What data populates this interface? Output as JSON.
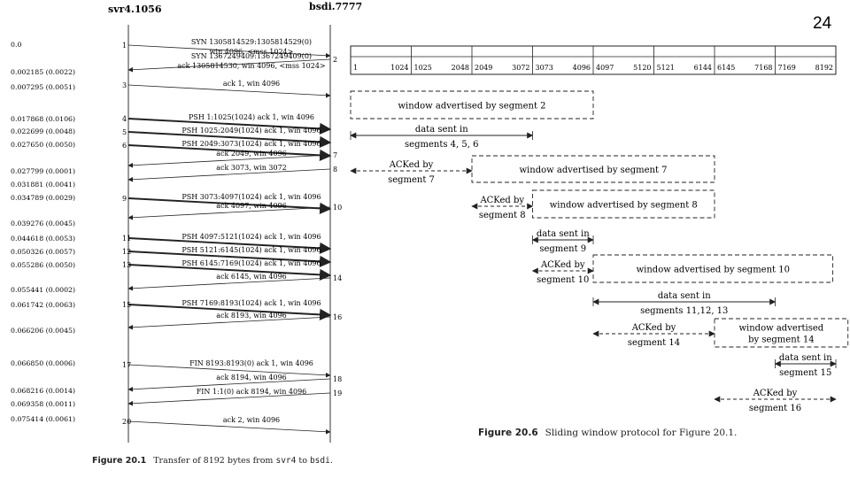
{
  "slide_number": "24",
  "timeline": {
    "left_host": "svr4.1056",
    "right_host": "bsdi.7777",
    "times": [
      "0.0",
      "0.002185 (0.0022)",
      "0.007295 (0.0051)",
      "0.017868 (0.0106)",
      "0.022699 (0.0048)",
      "0.027650 (0.0050)",
      "0.027799 (0.0001)",
      "0.031881 (0.0041)",
      "0.034789 (0.0029)",
      "0.039276 (0.0045)",
      "0.044618 (0.0053)",
      "0.050326 (0.0057)",
      "0.055286 (0.0050)",
      "0.055441 (0.0002)",
      "0.061742 (0.0063)",
      "0.066206 (0.0045)",
      "0.066850 (0.0006)",
      "0.068216 (0.0014)",
      "0.069358 (0.0011)",
      "0.075414 (0.0061)"
    ],
    "segments": [
      {
        "num": "1",
        "dir": "right",
        "bold": false,
        "lines": [
          "SYN 1305814529:1305814529(0)",
          "win 4096, <mss 1024>"
        ]
      },
      {
        "num": "2",
        "dir": "left",
        "bold": false,
        "lines": [
          "SYN 1367249409:1367249409(0)",
          "ack 1305814530, win 4096, <mss 1024>"
        ]
      },
      {
        "num": "3",
        "dir": "right",
        "bold": false,
        "lines": [
          "ack 1, win 4096"
        ]
      },
      {
        "num": "4",
        "dir": "right",
        "bold": true,
        "lines": [
          "PSH 1:1025(1024) ack 1, win 4096"
        ]
      },
      {
        "num": "5",
        "dir": "right",
        "bold": true,
        "lines": [
          "PSH 1025:2049(1024) ack 1, win 4096"
        ]
      },
      {
        "num": "6",
        "dir": "right",
        "bold": true,
        "lines": [
          "PSH 2049:3073(1024) ack 1, win 4096"
        ]
      },
      {
        "num": "7",
        "dir": "left",
        "bold": false,
        "lines": [
          "ack 2049, win 4096"
        ]
      },
      {
        "num": "8",
        "dir": "left",
        "bold": false,
        "lines": [
          "ack 3073, win 3072"
        ]
      },
      {
        "num": "9",
        "dir": "right",
        "bold": true,
        "lines": [
          "PSH 3073:4097(1024) ack 1, win 4096"
        ]
      },
      {
        "num": "10",
        "dir": "left",
        "bold": false,
        "lines": [
          "ack 4097, win 4096"
        ]
      },
      {
        "num": "11",
        "dir": "right",
        "bold": true,
        "lines": [
          "PSH 4097:5121(1024) ack 1, win 4096"
        ]
      },
      {
        "num": "12",
        "dir": "right",
        "bold": true,
        "lines": [
          "PSH 5121:6145(1024) ack 1, win 4096"
        ]
      },
      {
        "num": "13",
        "dir": "right",
        "bold": true,
        "lines": [
          "PSH 6145:7169(1024) ack 1, win 4096"
        ]
      },
      {
        "num": "14",
        "dir": "left",
        "bold": false,
        "lines": [
          "ack 6145, win 4096"
        ]
      },
      {
        "num": "15",
        "dir": "right",
        "bold": true,
        "lines": [
          "PSH 7169:8193(1024) ack 1, win 4096"
        ]
      },
      {
        "num": "16",
        "dir": "left",
        "bold": false,
        "lines": [
          "ack 8193, win 4096"
        ]
      },
      {
        "num": "17",
        "dir": "right",
        "bold": false,
        "lines": [
          "FIN 8193:8193(0) ack 1, win 4096"
        ]
      },
      {
        "num": "18",
        "dir": "left",
        "bold": false,
        "lines": [
          "ack 8194, win 4096"
        ]
      },
      {
        "num": "19",
        "dir": "left",
        "bold": false,
        "lines": [
          "FIN 1:1(0) ack 8194, win 4096"
        ]
      },
      {
        "num": "20",
        "dir": "right",
        "bold": false,
        "lines": [
          "ack 2, win 4096"
        ]
      }
    ],
    "caption_num": "Figure 20.1",
    "caption_pre": "Transfer of 8192 bytes from ",
    "caption_a": "svr4",
    "caption_mid": " to ",
    "caption_b": "bsdi",
    "caption_end": "."
  },
  "window": {
    "byte_cells": [
      [
        "1",
        "1024"
      ],
      [
        "1025",
        "2048"
      ],
      [
        "2049",
        "3072"
      ],
      [
        "3073",
        "4096"
      ],
      [
        "4097",
        "5120"
      ],
      [
        "5121",
        "6144"
      ],
      [
        "6145",
        "7168"
      ],
      [
        "7169",
        "8192"
      ]
    ],
    "labels": {
      "w2": [
        "window advertised by segment 2"
      ],
      "d456": [
        "data sent in",
        "segments 4, 5, 6"
      ],
      "a7": [
        "ACKed by",
        "segment 7"
      ],
      "w7": [
        "window advertised by segment 7"
      ],
      "a8": [
        "ACKed by",
        "segment 8"
      ],
      "w8": [
        "window advertised by segment 8"
      ],
      "d9": [
        "data sent in",
        "segment 9"
      ],
      "a10": [
        "ACKed by",
        "segment 10"
      ],
      "w10": [
        "window advertised by segment 10"
      ],
      "d111213": [
        "data sent in",
        "segments 11,12, 13"
      ],
      "a14": [
        "ACKed by",
        "segment 14"
      ],
      "w14": [
        "window advertised",
        "by segment 14"
      ],
      "d15": [
        "data sent in",
        "segment 15"
      ],
      "a16": [
        "ACKed by",
        "segment 16"
      ]
    },
    "caption_num": "Figure 20.6",
    "caption_text": "Sliding window protocol for Figure 20.1."
  }
}
